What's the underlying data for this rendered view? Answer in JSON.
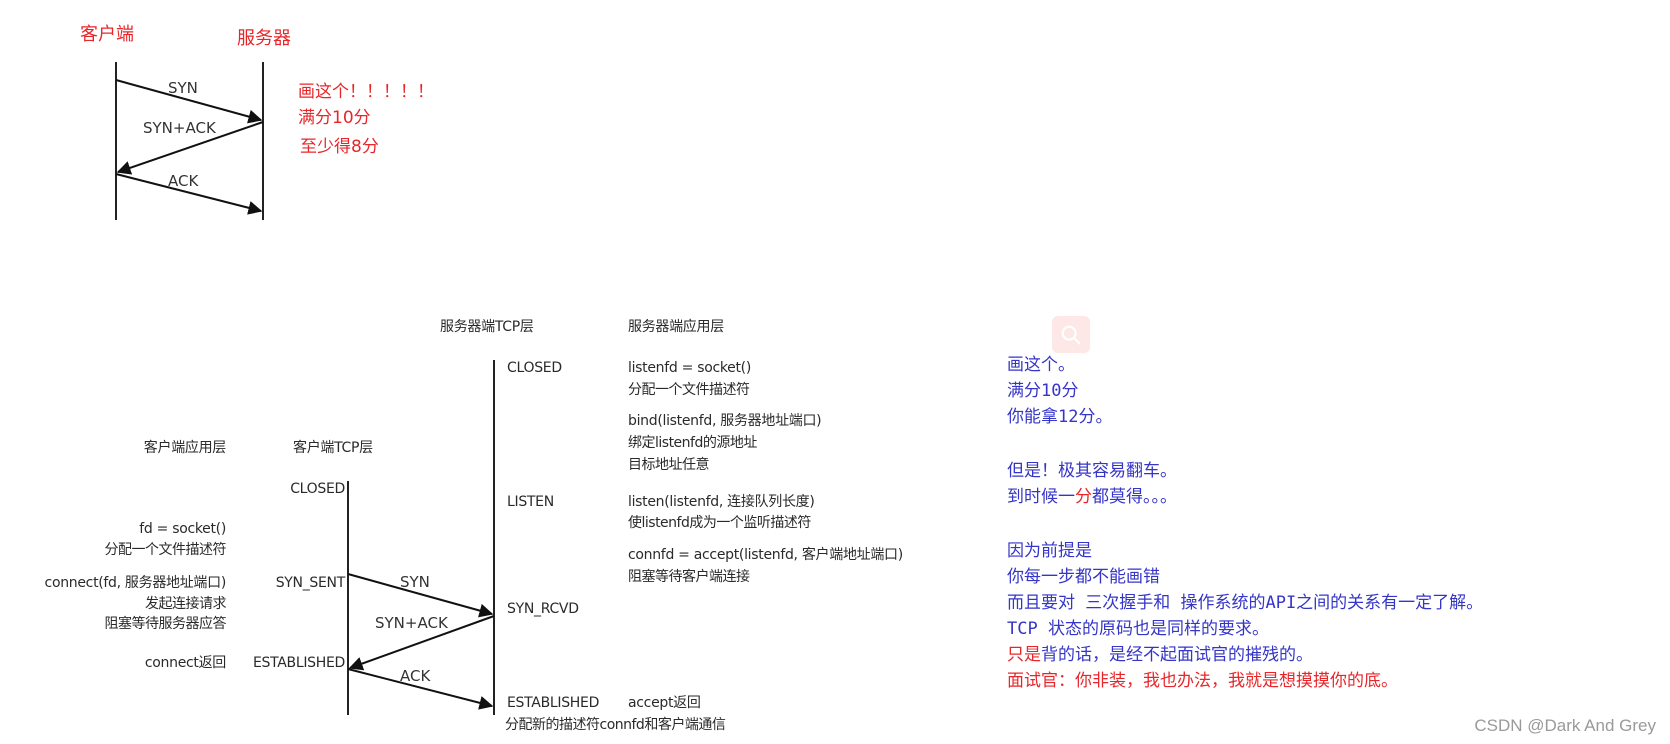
{
  "simple_handshake": {
    "client_title": "客户端",
    "server_title": "服务器",
    "arrows": [
      "SYN",
      "SYN+ACK",
      "ACK"
    ],
    "notes": [
      "画这个！！！！！",
      "满分10分",
      "至少得8分"
    ]
  },
  "detailed_handshake": {
    "headers": {
      "client_app": "客户端应用层",
      "client_tcp": "客户端TCP层",
      "server_tcp": "服务器端TCP层",
      "server_app": "服务器端应用层"
    },
    "client_states": {
      "closed": "CLOSED",
      "syn_sent": "SYN_SENT",
      "established": "ESTABLISHED"
    },
    "server_states": {
      "closed": "CLOSED",
      "listen": "LISTEN",
      "syn_rcvd": "SYN_RCVD",
      "established": "ESTABLISHED"
    },
    "arrows": {
      "syn": "SYN",
      "syn_ack": "SYN+ACK",
      "ack": "ACK"
    },
    "client_app_calls": {
      "socket_1": "fd = socket()",
      "socket_2": "分配一个文件描述符",
      "connect_1": "connect(fd, 服务器地址端口)",
      "connect_2": "发起连接请求",
      "connect_3": "阻塞等待服务器应答",
      "connect_return": "connect返回"
    },
    "server_app_calls": {
      "socket_1": "listenfd = socket()",
      "socket_2": "分配一个文件描述符",
      "bind_1": "bind(listenfd, 服务器地址端口)",
      "bind_2": "绑定listenfd的源地址",
      "bind_3": "目标地址任意",
      "listen_1": "listen(listenfd, 连接队列长度)",
      "listen_2": "使listenfd成为一个监听描述符",
      "accept_1": "connfd = accept(listenfd, 客户端地址端口)",
      "accept_2": "阻塞等待客户端连接",
      "accept_return": "accept返回",
      "accept_note": "分配新的描述符connfd和客户端通信"
    }
  },
  "commentary": {
    "lines": [
      {
        "id": "l1",
        "parts": [
          {
            "text": "画这个。",
            "color": "blue"
          }
        ]
      },
      {
        "id": "l2",
        "parts": [
          {
            "text": "满分10分",
            "color": "blue"
          }
        ]
      },
      {
        "id": "l3",
        "parts": [
          {
            "text": "你能拿12分。",
            "color": "blue"
          }
        ]
      },
      {
        "id": "l4",
        "parts": [
          {
            "text": "但是！极其容易翻车。",
            "color": "blue"
          }
        ]
      },
      {
        "id": "l5",
        "parts": [
          {
            "text": "到时候一",
            "color": "blue"
          },
          {
            "text": "分",
            "color": "red"
          },
          {
            "text": "都莫得。。。",
            "color": "blue"
          }
        ]
      },
      {
        "id": "l6",
        "parts": [
          {
            "text": "因为前提是",
            "color": "blue"
          }
        ]
      },
      {
        "id": "l7",
        "parts": [
          {
            "text": "你每一步都不能画错",
            "color": "blue"
          }
        ]
      },
      {
        "id": "l8",
        "parts": [
          {
            "text": "而且要对 三次握手和 操作系统的API之间的关系有一定了解。",
            "color": "blue"
          }
        ]
      },
      {
        "id": "l9",
        "parts": [
          {
            "text": "TCP 状态的原码也是同样的要求。",
            "color": "blue"
          }
        ]
      },
      {
        "id": "l10",
        "parts": [
          {
            "text": "只是",
            "color": "red"
          },
          {
            "text": "背的话，是经不起面试官的摧残的。",
            "color": "blue"
          }
        ]
      },
      {
        "id": "l11",
        "parts": [
          {
            "text": "面试官：你非装，我也办法，我就是想摸摸你的底。",
            "color": "red"
          }
        ]
      }
    ]
  },
  "overlay": {
    "search_icon": "search-icon"
  },
  "watermark": "CSDN @Dark And Grey",
  "colors": {
    "note_red": "#e8262a",
    "note_blue": "#3535c8",
    "diagram_ink": "#2a2a2a",
    "search_badge_bg": "#fde7e7",
    "watermark": "#9a9a9a"
  }
}
